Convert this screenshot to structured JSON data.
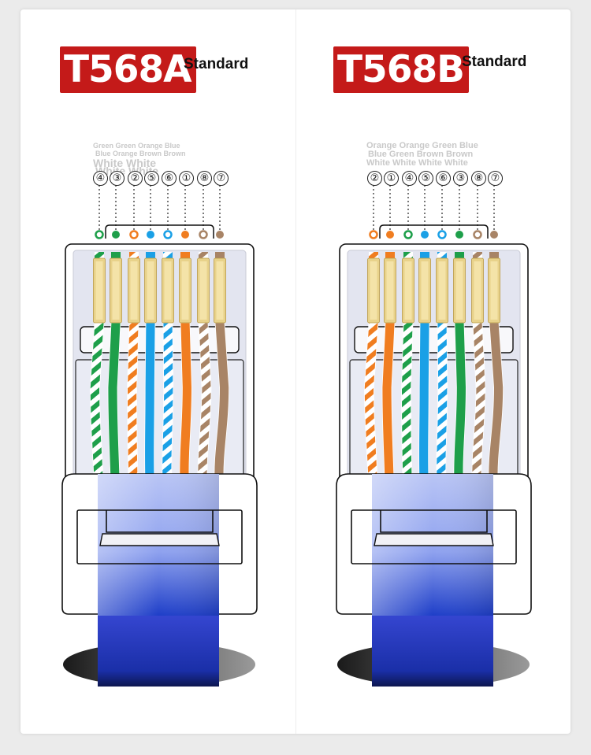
{
  "panels": [
    {
      "badge": "T568A",
      "badge_suffix": "Standard",
      "wire_names_line1": "Green Green Orange Blue",
      "wire_names_line1b": "Blue Orange Brown Brown",
      "wire_names_line2": "White White",
      "wire_names_line2b": "White White",
      "pin_numbers": [
        "④",
        "③",
        "②",
        "⑤",
        "⑥",
        "①",
        "⑧",
        "⑦"
      ],
      "wires": [
        {
          "color": "#1e9f4a",
          "striped": true
        },
        {
          "color": "#1e9f4a",
          "striped": false
        },
        {
          "color": "#f07d20",
          "striped": true
        },
        {
          "color": "#1aa0e6",
          "striped": false
        },
        {
          "color": "#1aa0e6",
          "striped": true
        },
        {
          "color": "#f07d20",
          "striped": false
        },
        {
          "color": "#a88466",
          "striped": true
        },
        {
          "color": "#a88466",
          "striped": false
        }
      ]
    },
    {
      "badge": "T568B",
      "badge_suffix": "Standard",
      "wire_names_line1": "Orange Orange Green Blue",
      "wire_names_line1b": "Blue Green Brown Brown",
      "wire_names_line2": "White White White White",
      "wire_names_line2b": "",
      "pin_numbers": [
        "②",
        "①",
        "④",
        "⑤",
        "⑥",
        "③",
        "⑧",
        "⑦"
      ],
      "wires": [
        {
          "color": "#f07d20",
          "striped": true
        },
        {
          "color": "#f07d20",
          "striped": false
        },
        {
          "color": "#1e9f4a",
          "striped": true
        },
        {
          "color": "#1aa0e6",
          "striped": false
        },
        {
          "color": "#1aa0e6",
          "striped": true
        },
        {
          "color": "#1e9f4a",
          "striped": false
        },
        {
          "color": "#a88466",
          "striped": true
        },
        {
          "color": "#a88466",
          "striped": false
        }
      ]
    }
  ],
  "colors": {
    "badge": "#c41a19",
    "cable_top": "#b9c5f5",
    "cable_bottom": "#1e3ec8",
    "gold": "#e8d28a",
    "plug_inner": "#e3e5f0"
  }
}
